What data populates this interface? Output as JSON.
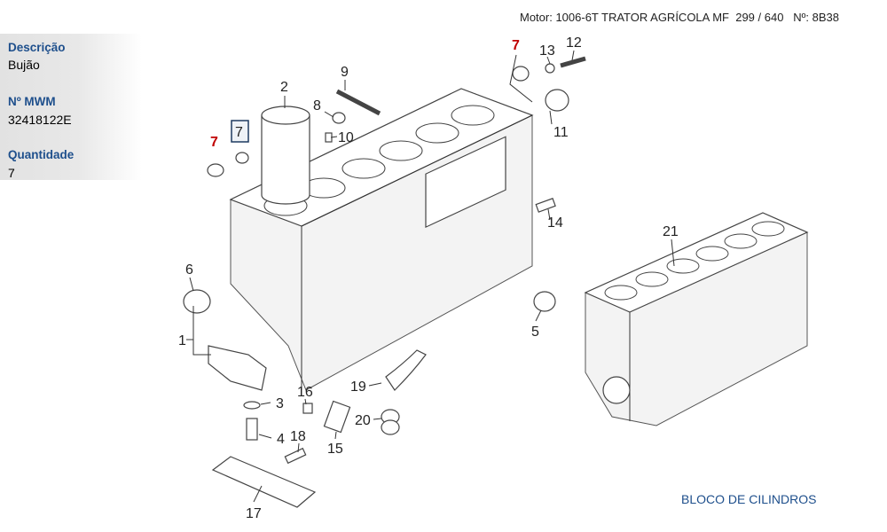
{
  "header": {
    "text": "Motor: 1006-6T TRATOR AGRÍCOLA MF  299 / 640   Nº: 8B38"
  },
  "info": {
    "description_label": "Descrição",
    "description_value": "Bujão",
    "mwm_label": "Nº MWM",
    "mwm_value": "32418122E",
    "quantity_label": "Quantidade",
    "quantity_value": "7"
  },
  "callouts": {
    "c1": "1",
    "c2": "2",
    "c3": "3",
    "c4": "4",
    "c5": "5",
    "c6": "6",
    "c7a": "7",
    "c7b": "7",
    "c7c": "7",
    "c8": "8",
    "c9": "9",
    "c10": "10",
    "c11": "11",
    "c12": "12",
    "c13": "13",
    "c14": "14",
    "c15": "15",
    "c16": "16",
    "c17": "17",
    "c18": "18",
    "c19": "19",
    "c20": "20",
    "c21": "21"
  },
  "footer": {
    "title": "BLOCO DE CILINDROS"
  },
  "colors": {
    "label_blue": "#1e4f8c",
    "highlight_red": "#c00000"
  }
}
